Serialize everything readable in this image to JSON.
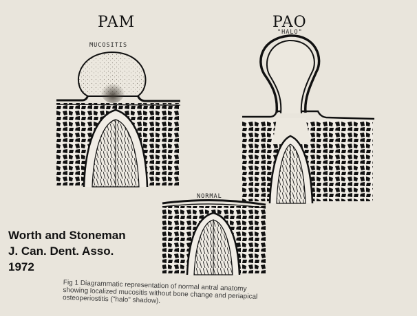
{
  "labels": {
    "left_title": "PAM",
    "right_title": "PAO",
    "mucositis": "MUCOSITIS",
    "halo": "\"HALO\"",
    "normal": "NORMAL"
  },
  "citation": {
    "line1": "Worth and Stoneman",
    "line2": "J. Can. Dent. Asso.",
    "line3": "1972"
  },
  "caption": {
    "line1": "Fig 1  Diagrammatic representation of normal antral anatomy",
    "line2": "showing localized mucositis without bone change and periapical",
    "line3": "osteoperiostitis (\"halo\" shadow)."
  },
  "colors": {
    "paper": "#e9e5dc",
    "ink": "#111111",
    "stipple": "#9a948a"
  }
}
